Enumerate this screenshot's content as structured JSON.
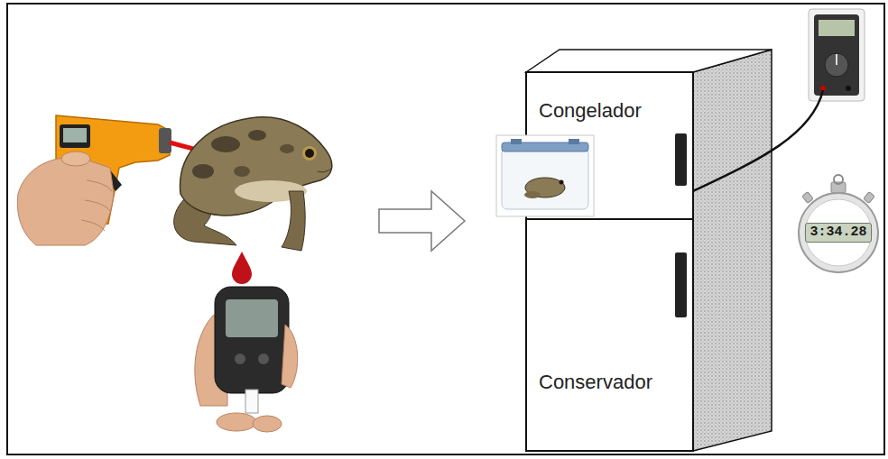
{
  "diagram": {
    "nodes": [
      {
        "text": [
          "Congelador"
        ]
      },
      {
        "text": [
          "Conservador"
        ]
      }
    ],
    "labels": [
      "3:34.28"
    ]
  }
}
